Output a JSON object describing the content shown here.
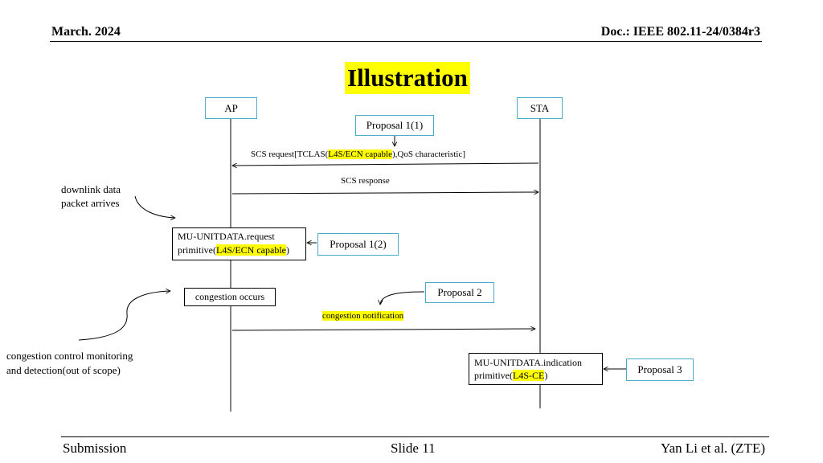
{
  "header": {
    "date": "March. 2024",
    "doc": "Doc.: IEEE 802.11-24/0384r3"
  },
  "title": "Illustration",
  "entities": {
    "ap": "AP",
    "sta": "STA"
  },
  "proposals": {
    "p1_1": "Proposal 1(1)",
    "p1_2": "Proposal 1(2)",
    "p2": "Proposal 2",
    "p3": "Proposal 3"
  },
  "messages": {
    "scs_request": {
      "prefix": "SCS request[TCLAS(",
      "highlight": "L4S/ECN capable",
      "suffix": "),QoS characteristic]"
    },
    "scs_response": "SCS response",
    "congestion_notification": "congestion notification"
  },
  "primitives": {
    "request": {
      "line1": "MU-UNITDATA.request",
      "prefix": "primitive(",
      "highlight": "L4S/ECN capable",
      "suffix": ")"
    },
    "indication": {
      "line1": "MU-UNITDATA.indication",
      "prefix": "primitive(",
      "highlight": "L4S-CE",
      "suffix": ")"
    }
  },
  "annotations": {
    "downlink": [
      "downlink data",
      "packet arrives"
    ],
    "congestion_occurs": "congestion occurs",
    "monitoring": [
      "congestion control monitoring",
      "and detection(out of scope)"
    ]
  },
  "footer": {
    "submission": "Submission",
    "slide": "Slide 11",
    "author": "Yan Li et al. (ZTE)"
  },
  "colors": {
    "proposal_border": "#4bacc6",
    "highlight": "#ffff00"
  }
}
